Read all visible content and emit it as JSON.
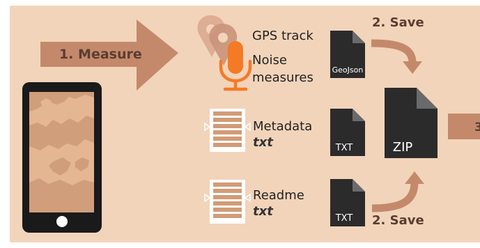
{
  "steps": {
    "measure": "1. Measure",
    "save_top": "2. Save",
    "save_bottom": "2. Save",
    "next_partial": "3"
  },
  "data_items": {
    "gps_track": "GPS track",
    "noise_line1": "Noise",
    "noise_line2": "measures",
    "metadata": "Metadata",
    "metadata_format": "txt",
    "readme": "Readme",
    "readme_format": "txt"
  },
  "files": {
    "geojson": "GeoJson",
    "txt_metadata": "TXT",
    "txt_readme": "TXT",
    "zip": "ZIP"
  },
  "colors": {
    "background": "#f2d4ba",
    "arrow": "#c4896b",
    "arrow_text": "#5a3d32",
    "text": "#222222",
    "file": "#2b2b2b",
    "phone": "#1a1a1a",
    "map_land": "#e4b691",
    "map_water": "#d19e7c",
    "mic": "#f47a26",
    "gps_pin": "#c9947a",
    "doc_stripe": "#d29b76"
  },
  "icons": {
    "smartphone": "smartphone-icon",
    "gps": "gps-pin-icon",
    "microphone": "microphone-icon",
    "document": "document-icon",
    "file": "file-icon"
  }
}
